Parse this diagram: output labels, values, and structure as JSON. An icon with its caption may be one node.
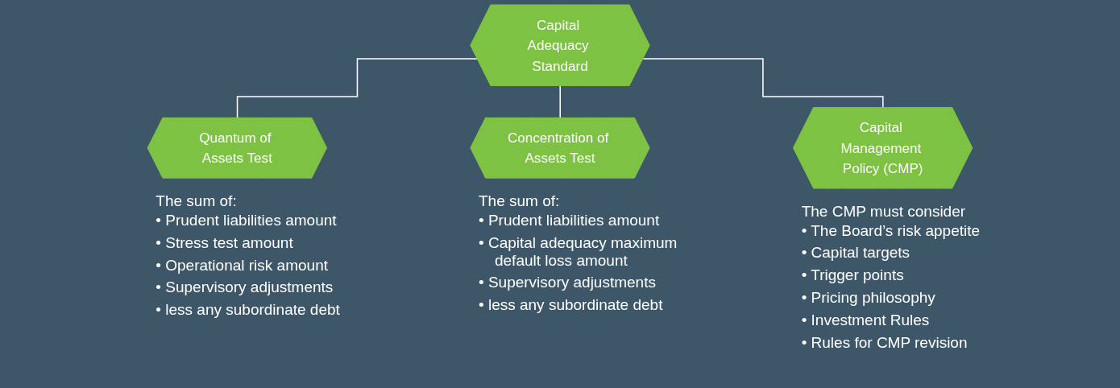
{
  "diagram": {
    "nodes": [
      {
        "text": [
          "Capital Adequacy Standard"
        ]
      },
      {
        "text": [
          "Quantum of Assets Test"
        ],
        "beside": [
          "The sum of:",
          "• Prudent liabilities amount",
          "• Stress test amount",
          "• Operational risk amount",
          "• Supervisory adjustments",
          "• less any subordinate debt"
        ]
      },
      {
        "text": [
          "Concentration of Assets Test"
        ],
        "beside": [
          "The sum of:",
          "• Prudent liabilities amount",
          "• Capital adequacy maximum default loss amount",
          "• Supervisory adjustments",
          "• less any subordinate debt"
        ]
      },
      {
        "text": [
          "Capital Management Policy (CMP)"
        ],
        "beside": [
          "The CMP must consider",
          "• The Board’s risk appetite",
          "• Capital targets",
          "• Trigger points",
          "• Pricing philosophy",
          "• Investment Rules",
          "• Rules for CMP revision"
        ]
      }
    ],
    "edges": [
      {
        "from": 0,
        "to": 1,
        "arrow": "none"
      },
      {
        "from": 0,
        "to": 2,
        "arrow": "none"
      },
      {
        "from": 0,
        "to": 3,
        "arrow": "none"
      }
    ]
  }
}
